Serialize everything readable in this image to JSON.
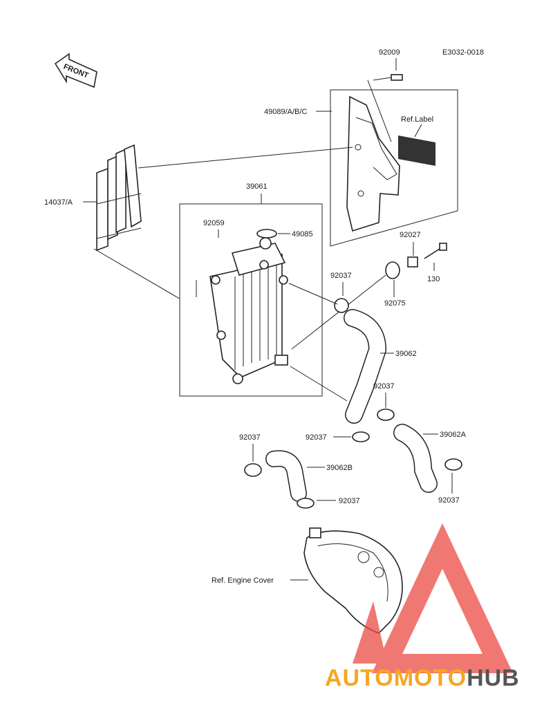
{
  "drawing_code": "E3032-0018",
  "front_label": "FRONT",
  "labels": {
    "p92009": "92009",
    "p49089": "49089/A/B/C",
    "ref_label": "Ref.Label",
    "p14037": "14037/A",
    "p39061": "39061",
    "p92059": "92059",
    "p49085": "49085",
    "p92027": "92027",
    "p130": "130",
    "p92037_a": "92037",
    "p92075": "92075",
    "p39062": "39062",
    "p92037_b": "92037",
    "p39062A": "39062A",
    "p92037_c": "92037",
    "p92037_d": "92037",
    "p39062B": "39062B",
    "p92037_e": "92037",
    "p92037_f": "92037",
    "ref_engine_cover": "Ref. Engine Cover"
  },
  "watermark": {
    "auto": "AUTOMOTO",
    "hub": "HUB",
    "color_red": "#ec4b43",
    "color_orange": "#f5a623",
    "color_dark": "#555555"
  }
}
